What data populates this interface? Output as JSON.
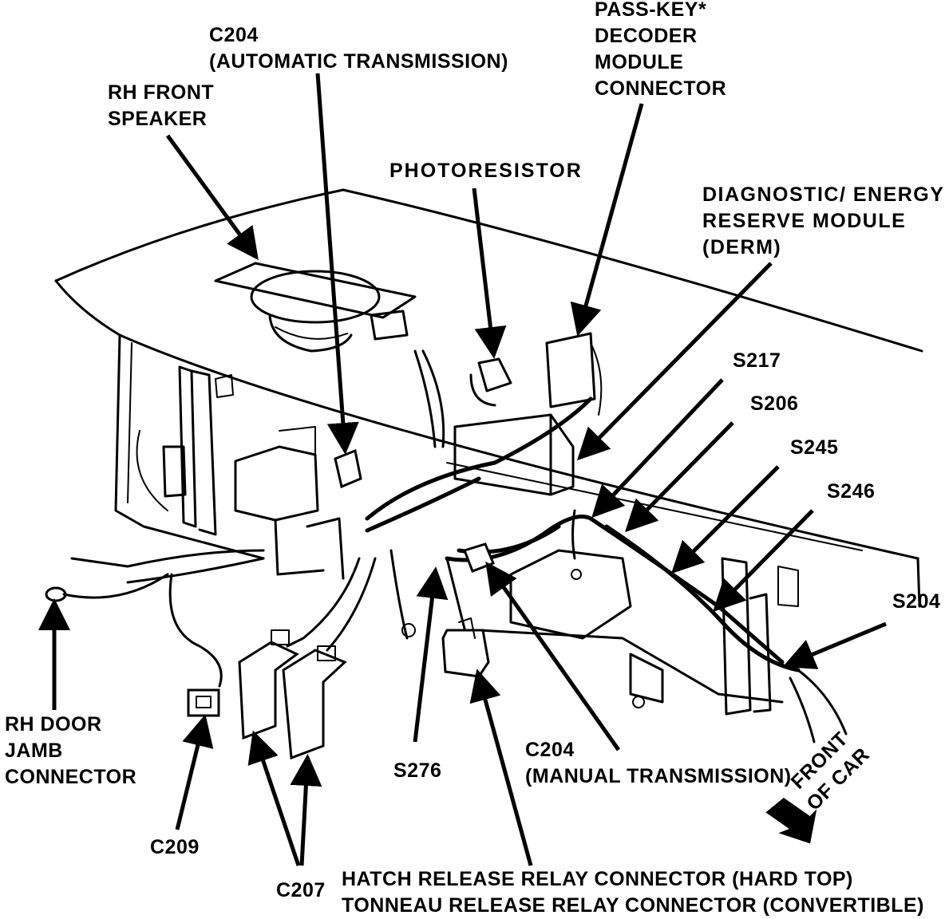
{
  "labels": {
    "c204_auto": [
      "C204",
      "(AUTOMATIC TRANSMISSION)"
    ],
    "pass_key": [
      "PASS-KEY*",
      "DECODER",
      "MODULE",
      "CONNECTOR"
    ],
    "rh_front_speaker": [
      "RH FRONT",
      "SPEAKER"
    ],
    "photoresistor": "PHOTORESISTOR",
    "derm": [
      "DIAGNOSTIC/ ENERGY",
      "RESERVE MODULE",
      "(DERM)"
    ],
    "s217": "S217",
    "s206": "S206",
    "s245": "S245",
    "s246": "S246",
    "s204": "S204",
    "rh_door_jamb": [
      "RH DOOR",
      "JAMB",
      "CONNECTOR"
    ],
    "c209": "C209",
    "c207": "C207",
    "s276": "S276",
    "c204_manual": [
      "C204",
      "(MANUAL TRANSMISSION)"
    ],
    "front_of_car": [
      "FRONT",
      "OF CAR"
    ],
    "hatch_release": [
      "HATCH RELEASE RELAY CONNECTOR (HARD TOP)",
      "TONNEAU RELEASE RELAY CONNECTOR (CONVERTIBLE)"
    ]
  }
}
